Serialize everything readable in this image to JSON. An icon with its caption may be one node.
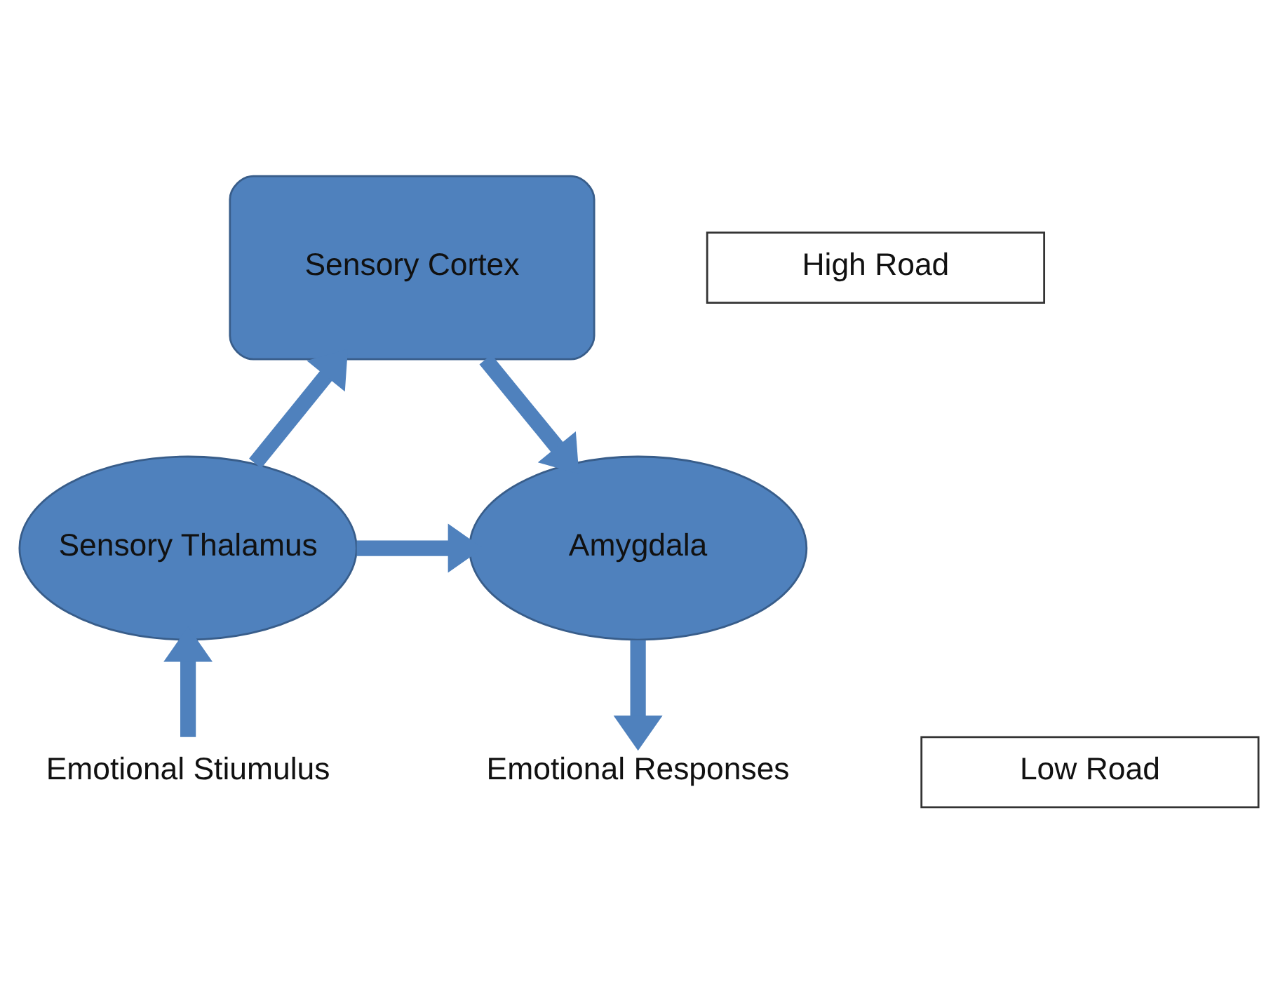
{
  "diagram": {
    "nodes": [
      {
        "text": [
          "Sensory Cortex"
        ]
      },
      {
        "text": [
          "High Road"
        ]
      },
      {
        "text": [
          "Sensory Thalamus"
        ]
      },
      {
        "text": [
          "Low Road"
        ]
      },
      {
        "text": [
          "Amygdala"
        ]
      },
      {
        "text": [
          "Emotional Stiumulus"
        ]
      },
      {
        "text": [
          "Emotional Responses"
        ]
      }
    ],
    "edges": [
      {
        "from": 2,
        "to": 0,
        "arrow": "to"
      },
      {
        "from": 0,
        "to": 4,
        "arrow": "to"
      },
      {
        "from": 2,
        "to": 4,
        "arrow": "to"
      },
      {
        "from": 5,
        "to": 2,
        "arrow": "to"
      },
      {
        "from": 4,
        "to": 6,
        "arrow": "to"
      }
    ]
  }
}
